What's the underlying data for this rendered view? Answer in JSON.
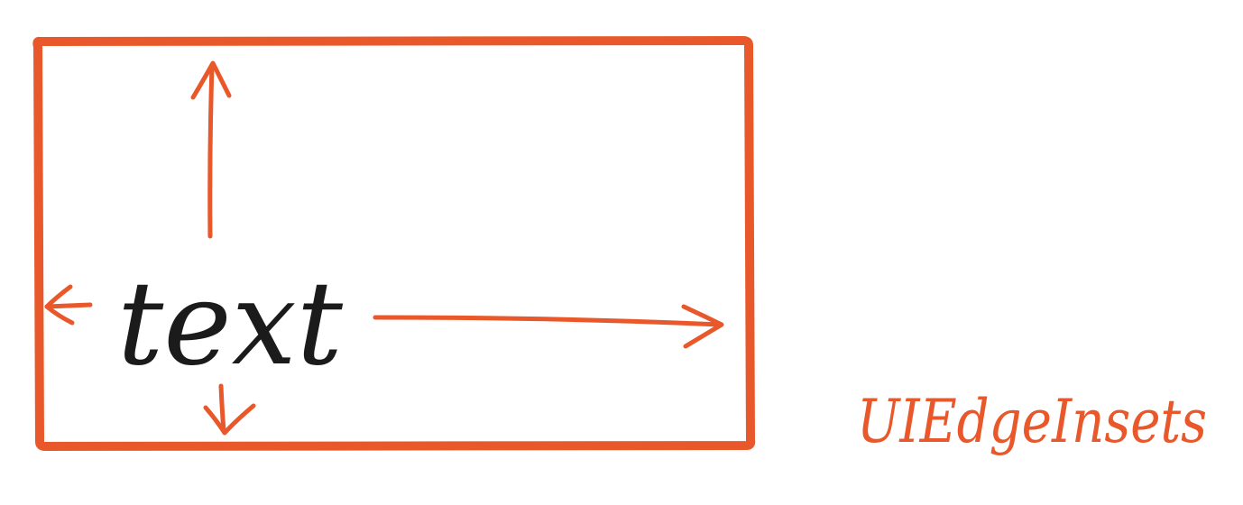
{
  "diagram": {
    "inner_label": "text",
    "caption": "UIEdgeInsets",
    "colors": {
      "accent": "#e8582a",
      "ink": "#1b1b1b",
      "background": "#ffffff"
    },
    "arrows": [
      {
        "name": "top-inset-arrow",
        "direction": "up"
      },
      {
        "name": "left-inset-arrow",
        "direction": "left"
      },
      {
        "name": "bottom-inset-arrow",
        "direction": "down"
      },
      {
        "name": "right-inset-arrow",
        "direction": "right"
      }
    ]
  }
}
